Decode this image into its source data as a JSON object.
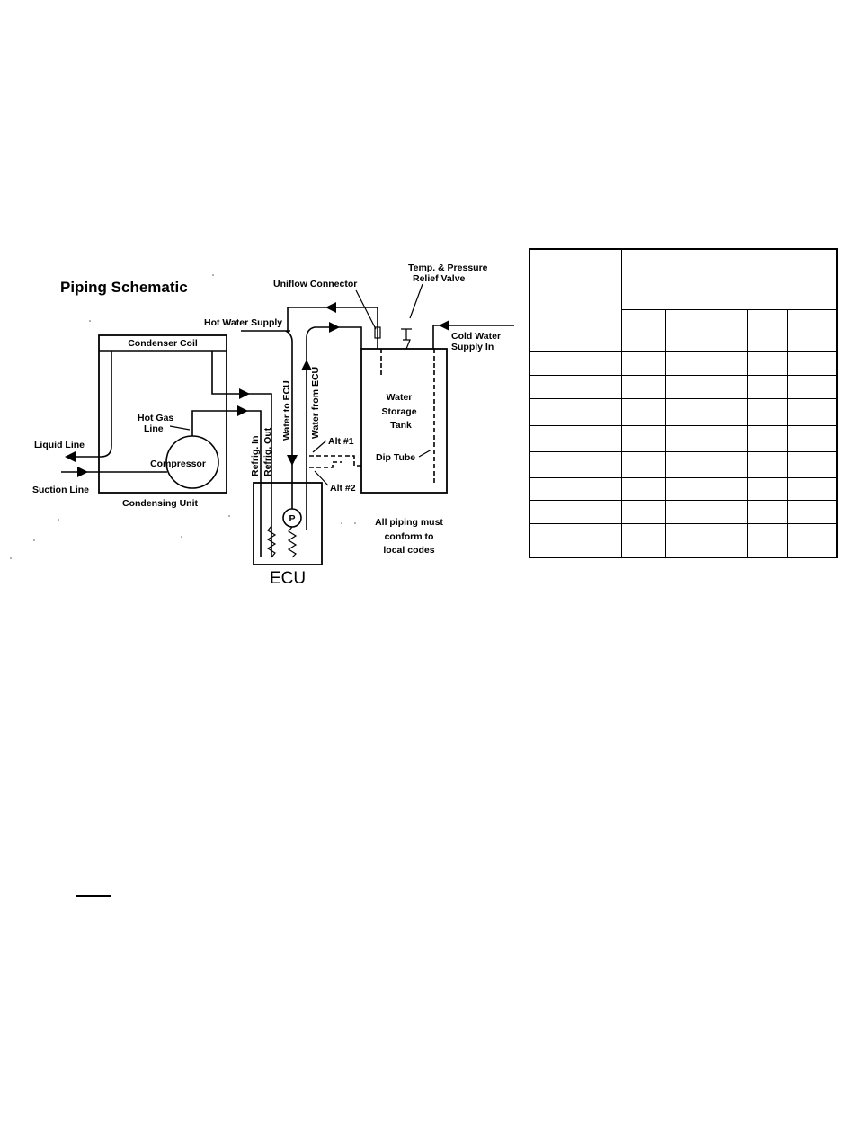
{
  "schematic": {
    "title": "Piping Schematic",
    "ecu_label": "ECU",
    "labels": {
      "uniflow_connector": "Uniflow Connector",
      "temp_pressure_1": "Temp. & Pressure",
      "temp_pressure_2": "Relief Valve",
      "hot_water_supply": "Hot Water Supply",
      "cold_water_1": "Cold Water",
      "cold_water_2": "Supply In",
      "condenser_coil": "Condenser Coil",
      "hot_gas_1": "Hot Gas",
      "hot_gas_2": "Line",
      "liquid_line": "Liquid Line",
      "compressor": "Compressor",
      "suction_line": "Suction Line",
      "condensing_unit": "Condensing Unit",
      "refrig_in": "Refrig. In",
      "refrig_out": "Refrig. Out",
      "water_to_ecu": "Water to ECU",
      "water_from_ecu": "Water from ECU",
      "water_storage_1": "Water",
      "water_storage_2": "Storage",
      "water_storage_3": "Tank",
      "dip_tube": "Dip Tube",
      "alt1": "Alt #1",
      "alt2": "Alt #2",
      "pump": "P",
      "piping_note_1": "All piping must",
      "piping_note_2": "conform to",
      "piping_note_3": "local codes"
    }
  },
  "table": {
    "column_count": 6,
    "body_row_count": 8
  }
}
